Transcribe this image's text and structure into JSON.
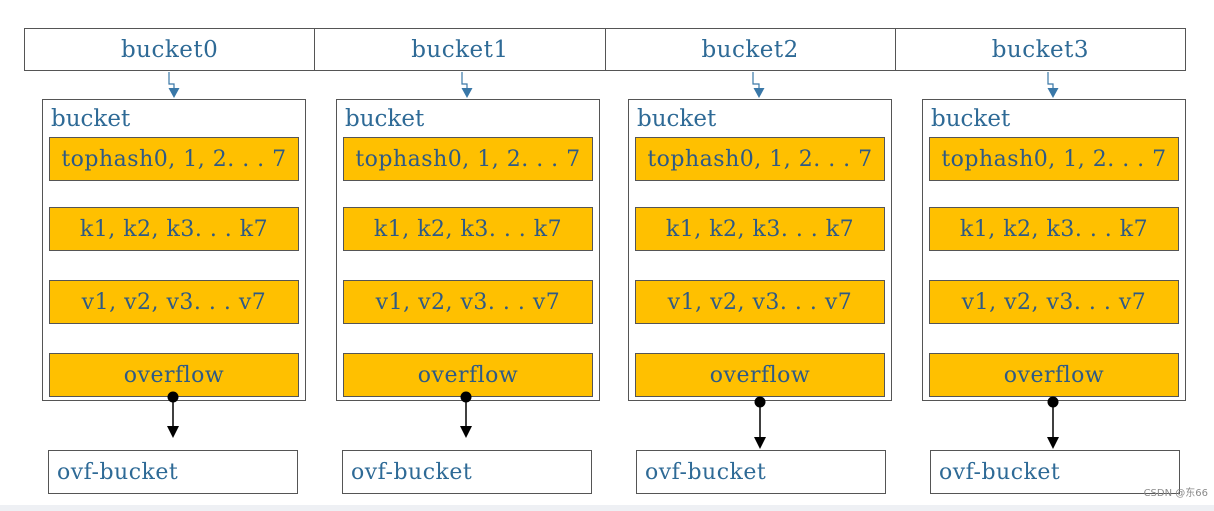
{
  "header": {
    "cells": [
      "bucket0",
      "bucket1",
      "bucket2",
      "bucket3"
    ]
  },
  "buckets": [
    {
      "title": "bucket",
      "tophash": "tophash0, 1, 2. . . 7",
      "keys": "k1, k2, k3. . . k7",
      "values": "v1, v2, v3. . . v7",
      "overflow": "overflow",
      "ovf": "ovf-bucket"
    },
    {
      "title": "bucket",
      "tophash": "tophash0, 1, 2. . . 7",
      "keys": "k1, k2, k3. . . k7",
      "values": "v1, v2, v3. . . v7",
      "overflow": "overflow",
      "ovf": "ovf-bucket"
    },
    {
      "title": "bucket",
      "tophash": "tophash0, 1, 2. . . 7",
      "keys": "k1, k2, k3. . . k7",
      "values": "v1, v2, v3. . . v7",
      "overflow": "overflow",
      "ovf": "ovf-bucket"
    },
    {
      "title": "bucket",
      "tophash": "tophash0, 1, 2. . . 7",
      "keys": "k1, k2, k3. . . k7",
      "values": "v1, v2, v3. . . v7",
      "overflow": "overflow",
      "ovf": "ovf-bucket"
    }
  ],
  "watermark": "CSDN @东66",
  "colors": {
    "field_fill": "#ffc000",
    "text": "#2e6a96",
    "arrow_blue": "#3a78a8",
    "border": "#555555"
  }
}
